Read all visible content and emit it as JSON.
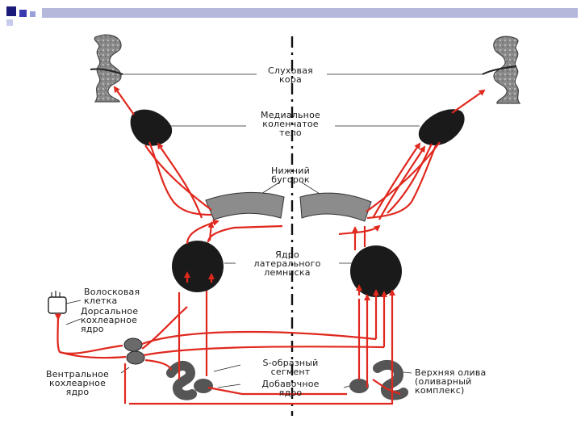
{
  "header": {
    "squares": [
      "#1a1a7a",
      "#3a3ab0",
      "#9aa0d8",
      "#c8ccec"
    ],
    "bar_color": "#b4b9dc"
  },
  "colors": {
    "pathway": "#e0281e",
    "nucleus": "#1a1a1a",
    "cortex": "#555555",
    "midline": "#111111"
  },
  "labels": {
    "auditory_cortex": [
      "Слуховая",
      "кора"
    ],
    "medial_geniculate": [
      "Медиальное",
      "коленчатое",
      "тело"
    ],
    "inferior_colliculus": [
      "Нижний",
      "бугорок"
    ],
    "lateral_lemniscus": [
      "Ядро",
      "латерального",
      "лемниска"
    ],
    "hair_cell": [
      "Волосковая",
      "клетка"
    ],
    "dorsal_cochlear": [
      "Дорсальное",
      "кохлеарное",
      "ядро"
    ],
    "ventral_cochlear": [
      "Вентральное",
      "кохлеарное",
      "ядро"
    ],
    "s_segment": [
      "S-образный",
      "сегмент"
    ],
    "accessory_nucleus": [
      "Добавочное",
      "ядро"
    ],
    "superior_olive": [
      "Верхняя олива",
      "(оливарный",
      "комплекс)"
    ]
  }
}
